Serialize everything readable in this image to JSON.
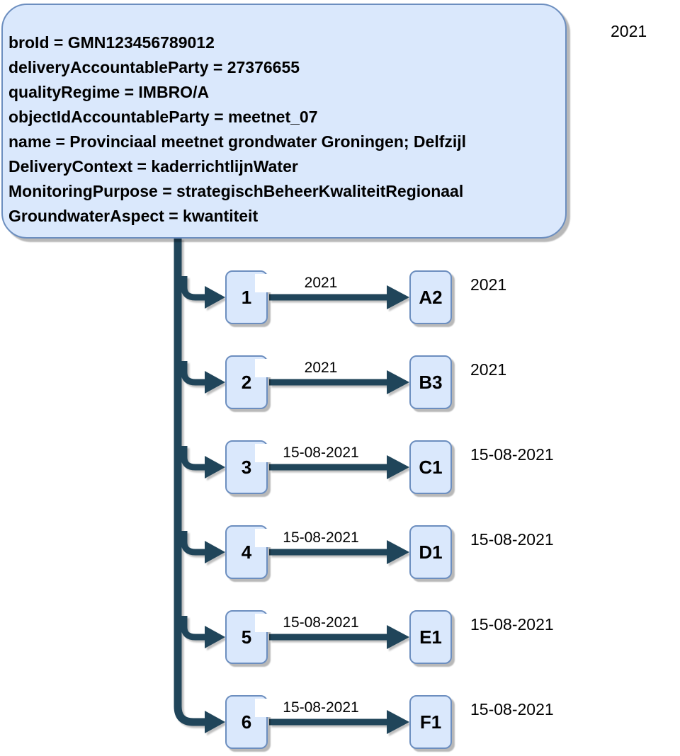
{
  "diagram": {
    "info_box": {
      "lines": [
        "broId = GMN123456789012",
        "deliveryAccountableParty = 27376655",
        "qualityRegime = IMBRO/A",
        "objectIdAccountableParty = meetnet_07",
        "name = Provinciaal meetnet grondwater Groningen; Delfzijl",
        "DeliveryContext = kaderrichtlijnWater",
        "MonitoringPurpose = strategischBeheerKwaliteitRegionaal",
        "GroundwaterAspect = kwantiteit"
      ],
      "side_label": "2021"
    },
    "rows": [
      {
        "source": "1",
        "edge_label": "2021",
        "target": "A2",
        "side_label": "2021"
      },
      {
        "source": "2",
        "edge_label": "2021",
        "target": "B3",
        "side_label": "2021"
      },
      {
        "source": "3",
        "edge_label": "15-08-2021",
        "target": "C1",
        "side_label": "15-08-2021"
      },
      {
        "source": "4",
        "edge_label": "15-08-2021",
        "target": "D1",
        "side_label": "15-08-2021"
      },
      {
        "source": "5",
        "edge_label": "15-08-2021",
        "target": "E1",
        "side_label": "15-08-2021"
      },
      {
        "source": "6",
        "edge_label": "15-08-2021",
        "target": "F1",
        "side_label": "15-08-2021"
      }
    ],
    "colors": {
      "node_fill": "#dae8fc",
      "node_border": "#6c8ebf",
      "connector": "#20455a",
      "text": "#000000"
    }
  }
}
